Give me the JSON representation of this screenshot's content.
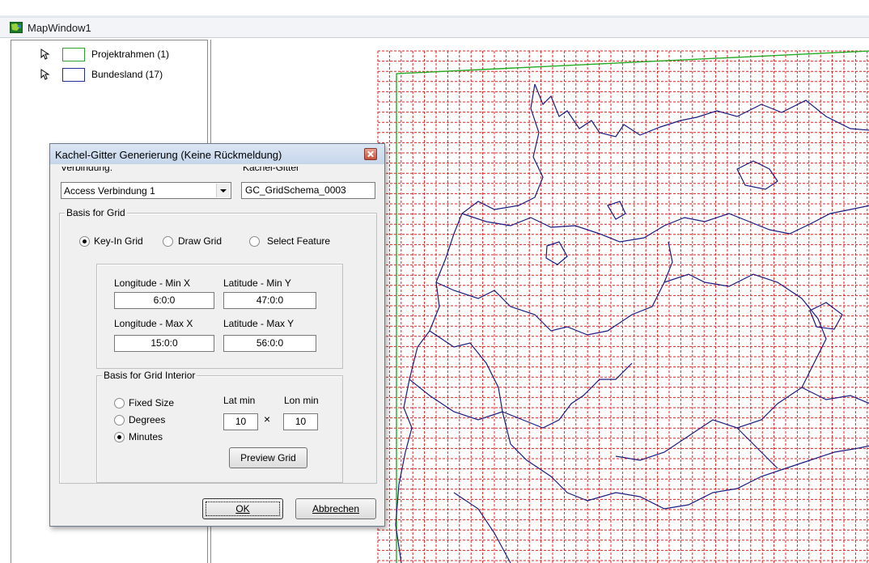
{
  "window": {
    "title": "MapWindow1"
  },
  "legend": {
    "layers": [
      {
        "name": "Projektrahmen (1)",
        "color": "#2e9e2e"
      },
      {
        "name": "Bundesland (17)",
        "color": "#1f2f8f"
      }
    ]
  },
  "map": {
    "grid_color": "#e02020",
    "boundary_color": "#1c1c80",
    "frame_color": "#22aa22"
  },
  "dialog": {
    "title": "Kachel-Gitter Generierung (Keine Rückmeldung)",
    "verbindung_label": "Verbindung:",
    "verbindung_value": "Access Verbindung 1",
    "kachel_label": "Kachel-Gitter",
    "kachel_value": "GC_GridSchema_0003",
    "basis_group": "Basis for Grid",
    "radio_keyin": "Key-In Grid",
    "radio_draw": "Draw Grid",
    "radio_select": "Select Feature",
    "lon_min_label": "Longitude - Min X",
    "lon_min_value": "6:0:0",
    "lat_min_label": "Latitude - Min Y",
    "lat_min_value": "47:0:0",
    "lon_max_label": "Longitude - Max X",
    "lon_max_value": "15:0:0",
    "lat_max_label": "Latitude - Max Y",
    "lat_max_value": "56:0:0",
    "interior_group": "Basis for Grid Interior",
    "radio_fixed": "Fixed Size",
    "radio_degrees": "Degrees",
    "radio_minutes": "Minutes",
    "lat_min_head": "Lat min",
    "lon_min_head": "Lon min",
    "times_sign": "×",
    "lat_min_step": "10",
    "lon_min_step": "10",
    "preview_button": "Preview Grid",
    "ok_button": "OK",
    "cancel_button": "Abbrechen"
  }
}
